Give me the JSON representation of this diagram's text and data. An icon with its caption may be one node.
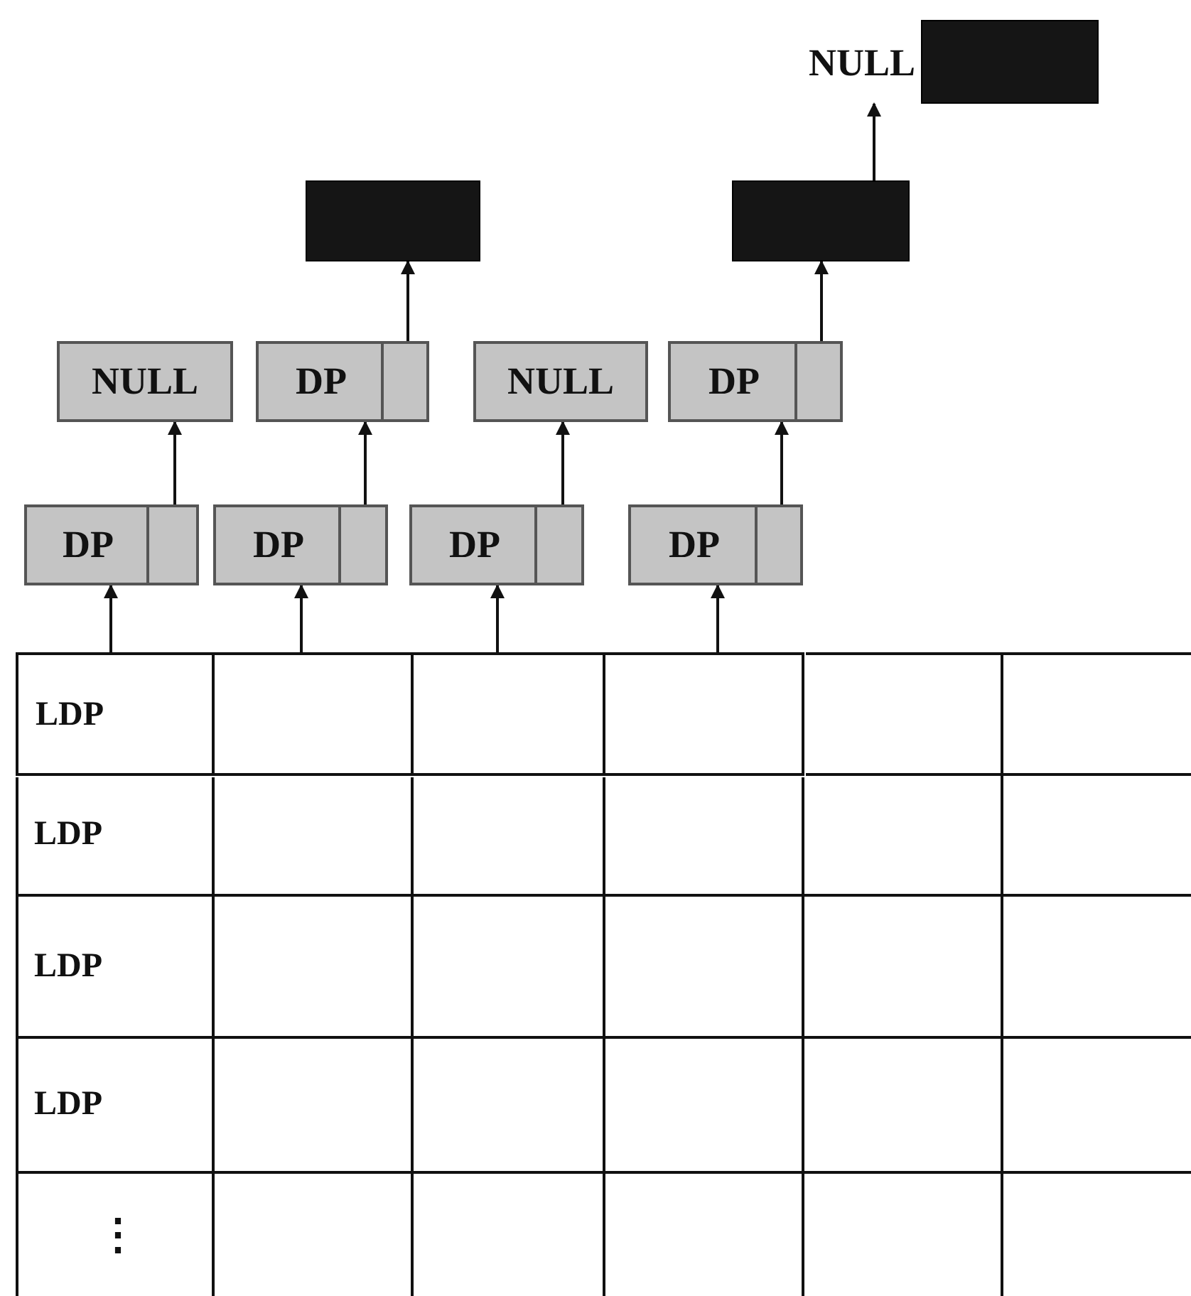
{
  "diagram": {
    "nodes": [
      {
        "text": [],
        "shape": "box",
        "beside": [
          "NULL"
        ]
      },
      {
        "text": [],
        "shape": "box"
      },
      {
        "text": [],
        "shape": "box"
      },
      {
        "text": [
          "NULL"
        ]
      },
      {
        "text": [
          "DP"
        ]
      },
      {
        "text": [
          "NULL"
        ]
      },
      {
        "text": [
          "DP"
        ]
      },
      {
        "text": [
          "DP"
        ]
      },
      {
        "text": [
          "DP"
        ]
      },
      {
        "text": [
          "DP"
        ]
      },
      {
        "text": [
          "DP"
        ]
      },
      {
        "text": [
          "LDP"
        ]
      },
      {
        "text": [],
        "shape": "box"
      },
      {
        "text": [],
        "shape": "box"
      },
      {
        "text": [],
        "shape": "box"
      }
    ],
    "edges": [
      {
        "from": 11,
        "to": 7,
        "arrow": "to"
      },
      {
        "from": 12,
        "to": 8,
        "arrow": "to"
      },
      {
        "from": 13,
        "to": 9,
        "arrow": "to"
      },
      {
        "from": 14,
        "to": 10,
        "arrow": "to"
      },
      {
        "from": 7,
        "to": 3,
        "arrow": "to"
      },
      {
        "from": 8,
        "to": 4,
        "arrow": "to"
      },
      {
        "from": 9,
        "to": 5,
        "arrow": "to"
      },
      {
        "from": 10,
        "to": 6,
        "arrow": "to"
      },
      {
        "from": 4,
        "to": 1,
        "arrow": "to"
      },
      {
        "from": 6,
        "to": 2,
        "arrow": "to"
      },
      {
        "from": 2,
        "to": 0,
        "arrow": "to"
      }
    ],
    "labels": [
      "LDP",
      "LDP",
      "LDP",
      "⋮"
    ]
  }
}
